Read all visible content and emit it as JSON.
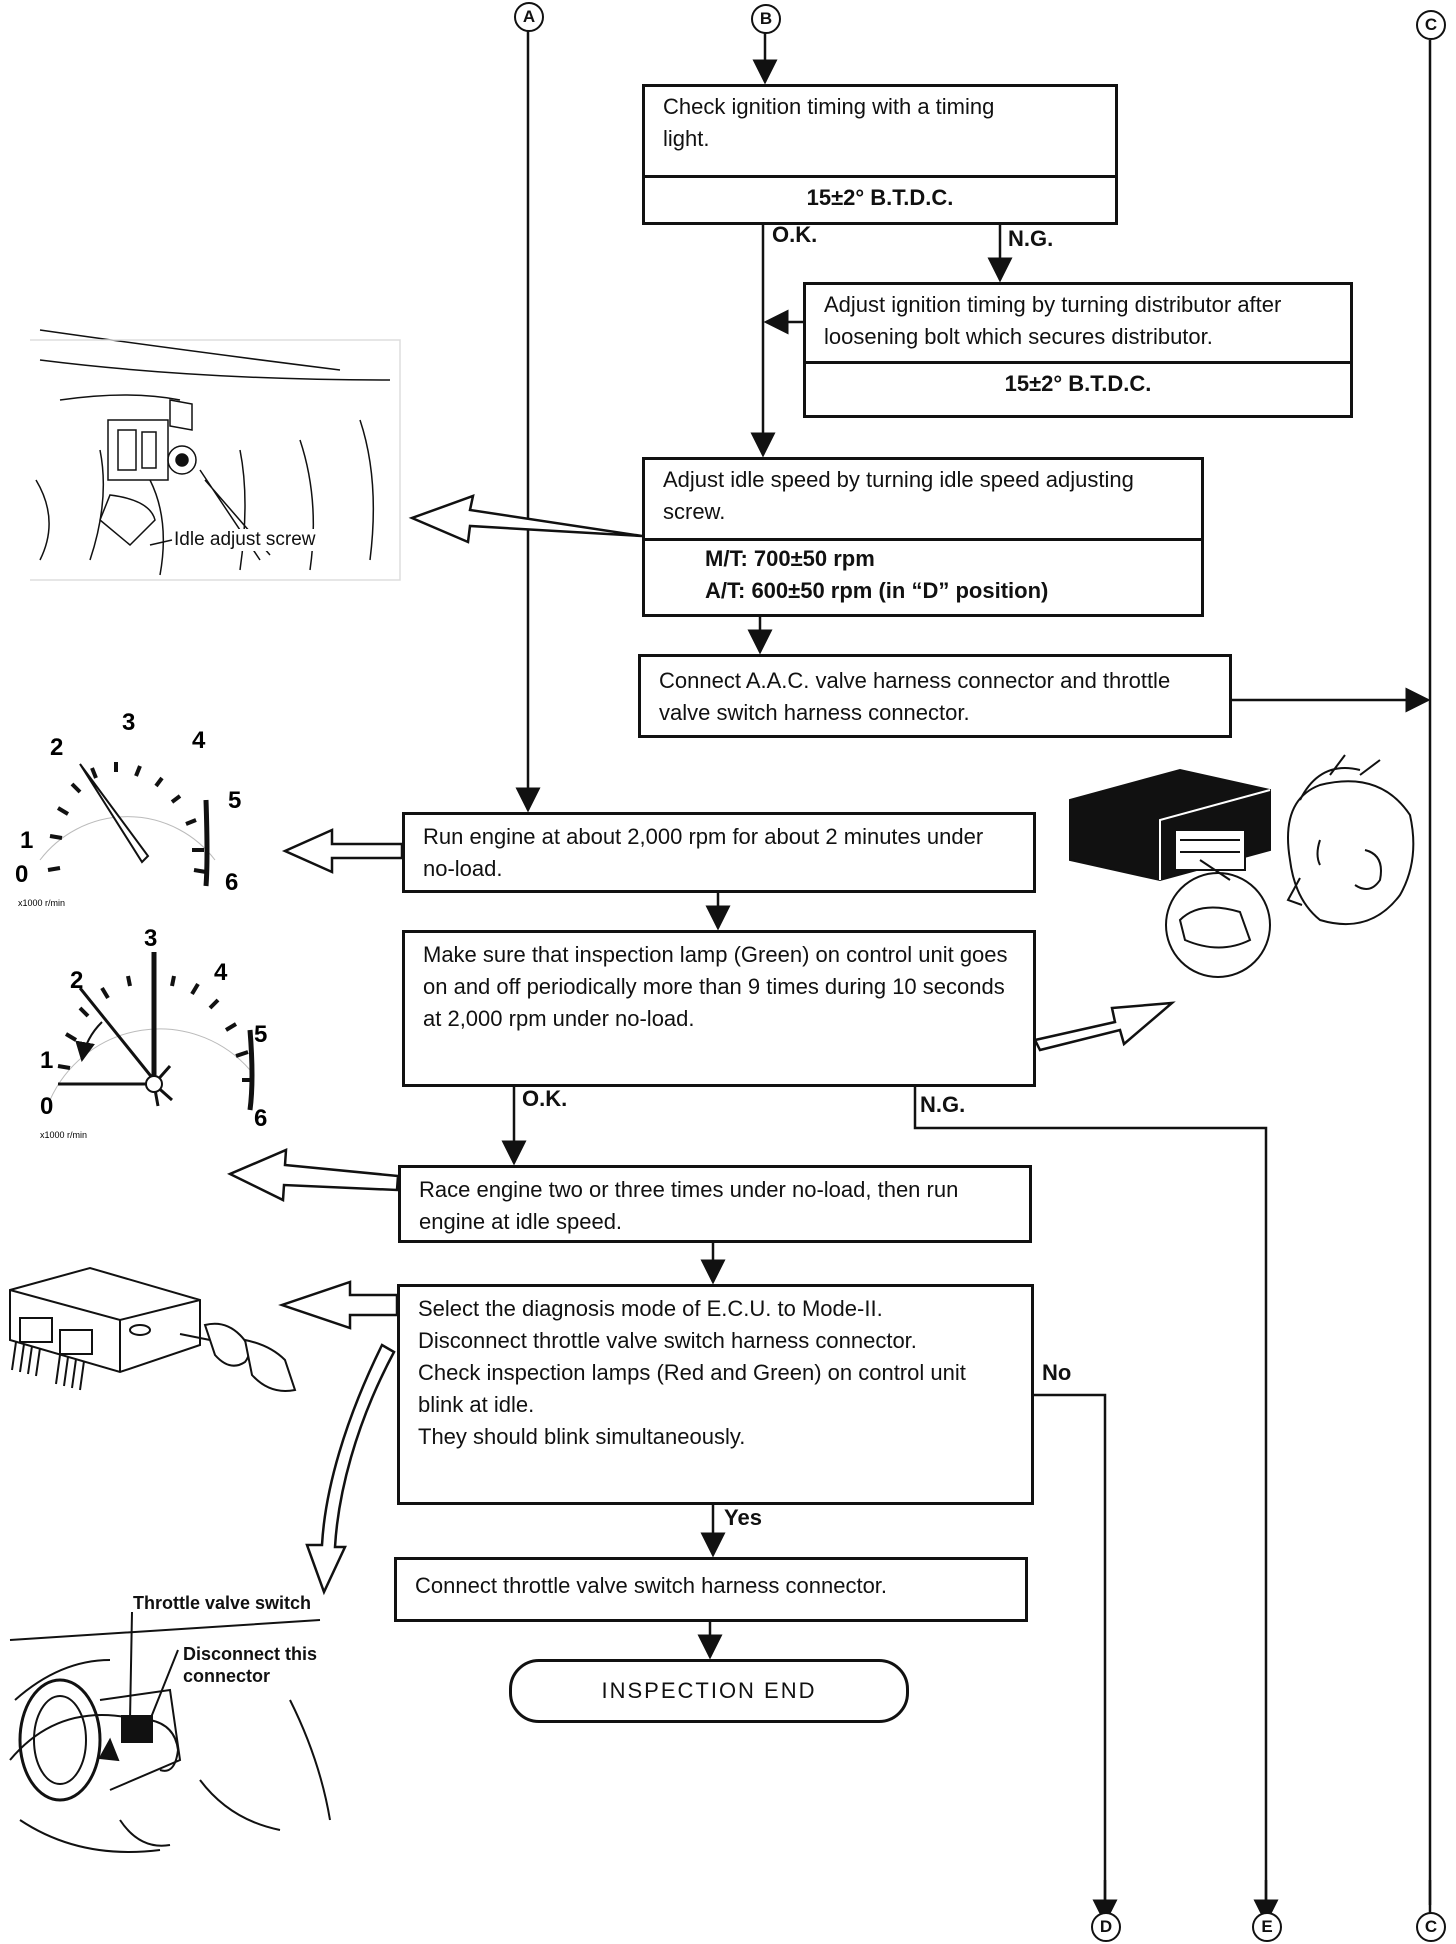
{
  "terminals": {
    "a": "A",
    "b": "B",
    "c": "C",
    "d": "D",
    "e": "E"
  },
  "steps": {
    "check_timing": {
      "text": "Check ignition timing with a timing light.",
      "spec": "15±2° B.T.D.C."
    },
    "adjust_timing": {
      "text": "Adjust ignition timing by turning distributor after loosening bolt which secures distributor.",
      "spec": "15±2° B.T.D.C."
    },
    "adjust_idle": {
      "text": "Adjust idle speed by turning idle speed adjusting screw.",
      "spec_mt": "M/T:  700±50 rpm",
      "spec_at": "A/T:  600±50 rpm (in “D” position)"
    },
    "connect_aac": {
      "text": "Connect A.A.C. valve harness connector and throttle valve switch harness connector."
    },
    "run_engine": {
      "text": "Run engine at about 2,000 rpm for about 2 minutes under no-load."
    },
    "make_sure": {
      "text": "Make sure that inspection lamp (Green) on control unit goes on and off periodically more than 9 times during 10 seconds at 2,000 rpm under no-load."
    },
    "race_engine": {
      "text": "Race engine two or three times under no-load, then run engine at idle speed."
    },
    "select_mode": {
      "line1": "Select the diagnosis mode of E.C.U. to Mode-II.",
      "line2": "Disconnect throttle valve switch harness connector.",
      "line3": "Check inspection lamps (Red and Green) on control unit blink at idle.",
      "line4": "They should blink simultaneously."
    },
    "connect_throttle": {
      "text": "Connect throttle valve switch harness connector."
    },
    "end": "INSPECTION  END"
  },
  "branch_labels": {
    "ok1": "O.K.",
    "ng1": "N.G.",
    "ok2": "O.K.",
    "ng2": "N.G.",
    "no": "No",
    "yes": "Yes"
  },
  "illustrations": {
    "idle_screw_caption": "Idle adjust screw",
    "throttle_caption": "Throttle valve switch",
    "disconnect_caption": "Disconnect this connector",
    "gauge_unit": "x1000 r/min",
    "gauge_ticks": [
      "0",
      "1",
      "2",
      "3",
      "4",
      "5",
      "6"
    ]
  }
}
